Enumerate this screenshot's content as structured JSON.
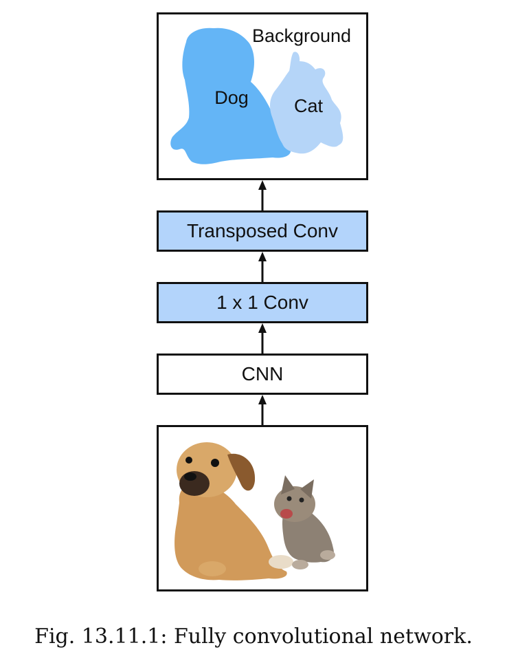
{
  "segmentation": {
    "background_label": "Background",
    "dog_label": "Dog",
    "cat_label": "Cat",
    "dog_color": "#64b5f6",
    "cat_color": "#b5d5f8"
  },
  "layers": {
    "transposed_conv": "Transposed Conv",
    "conv_1x1": "1 x 1 Conv",
    "cnn": "CNN"
  },
  "input_image": {
    "description_icon": "dog-and-cat-photo"
  },
  "colors": {
    "layer_highlight": "#b3d4fb",
    "stroke": "#111111"
  },
  "caption": "Fig. 13.11.1: Fully convolutional network."
}
